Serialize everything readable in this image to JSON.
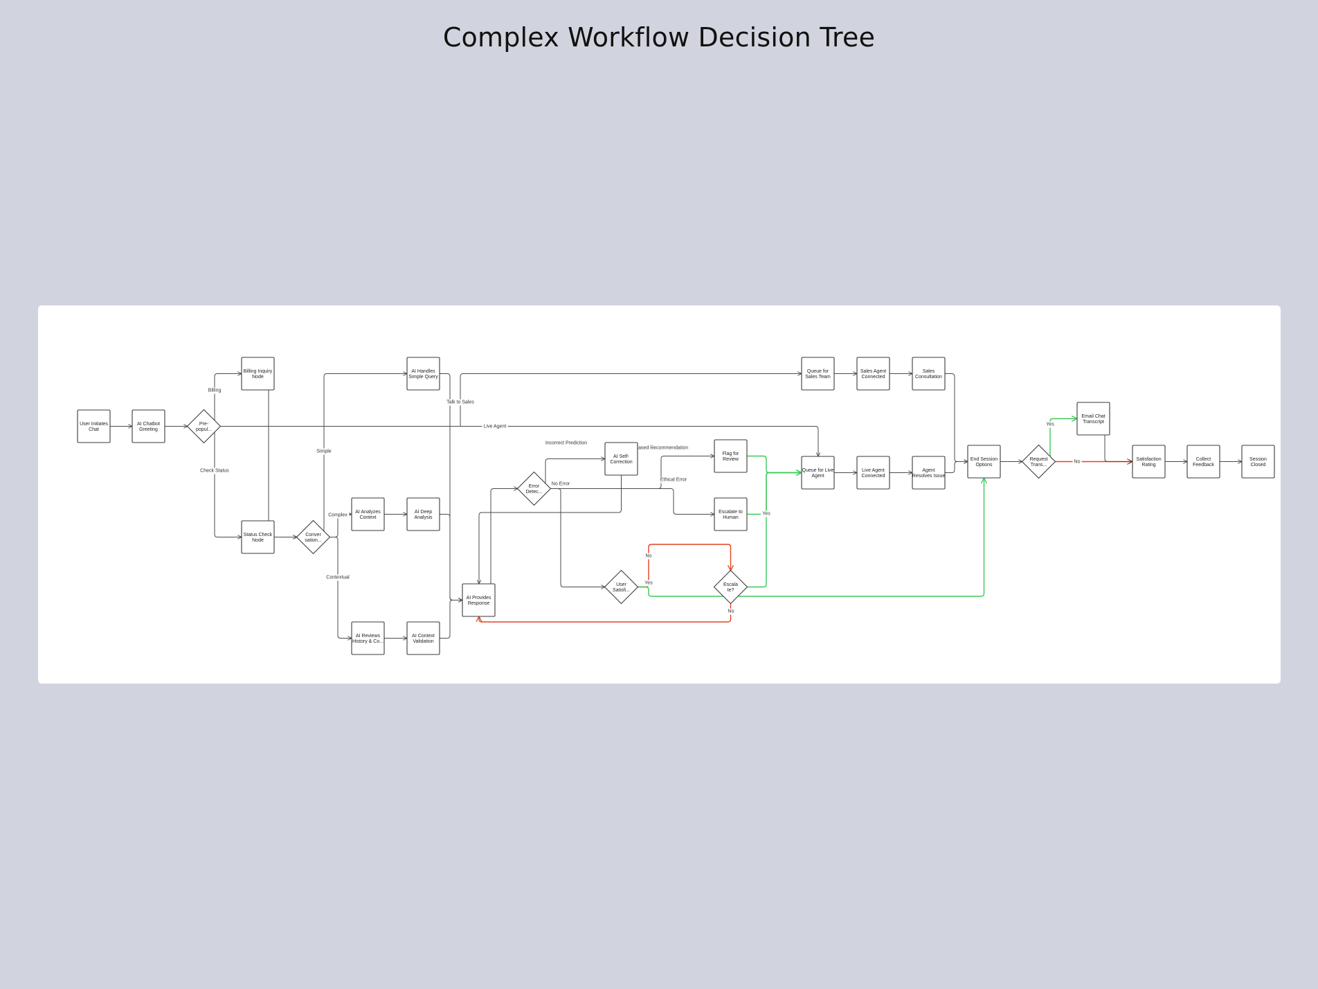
{
  "title": "Complex Workflow Decision Tree",
  "colors": {
    "default_edge": "#4a4a4a",
    "yes_edge": "#3cc85a",
    "no_edge": "#e5401f"
  },
  "nodes": [
    {
      "id": "start",
      "shape": "rect",
      "lines": [
        "User Initiates",
        "Chat"
      ]
    },
    {
      "id": "greet",
      "shape": "rect",
      "lines": [
        "AI Chatbot",
        "Greeting"
      ]
    },
    {
      "id": "prepop",
      "shape": "diamond",
      "lines": [
        "Pre-",
        "popul..."
      ]
    },
    {
      "id": "billing",
      "shape": "rect",
      "lines": [
        "Billing Inquiry",
        "Node"
      ]
    },
    {
      "id": "status",
      "shape": "rect",
      "lines": [
        "Status Check",
        "Node"
      ]
    },
    {
      "id": "convo",
      "shape": "diamond",
      "lines": [
        "Conver",
        "sation..."
      ]
    },
    {
      "id": "simple",
      "shape": "rect",
      "lines": [
        "AI Handles",
        "Simple Query"
      ]
    },
    {
      "id": "analyze",
      "shape": "rect",
      "lines": [
        "AI Analyzes",
        "Context"
      ]
    },
    {
      "id": "deep",
      "shape": "rect",
      "lines": [
        "AI Deep",
        "Analysis"
      ]
    },
    {
      "id": "history",
      "shape": "rect",
      "lines": [
        "AI Reviews",
        "History & Co..."
      ]
    },
    {
      "id": "validation",
      "shape": "rect",
      "lines": [
        "AI Context",
        "Validation"
      ]
    },
    {
      "id": "response",
      "shape": "rect",
      "lines": [
        "AI Provides",
        "Response"
      ]
    },
    {
      "id": "error",
      "shape": "diamond",
      "lines": [
        "Error",
        "Detec..."
      ]
    },
    {
      "id": "selfcorr",
      "shape": "rect",
      "lines": [
        "AI Self-",
        "Correction"
      ]
    },
    {
      "id": "flag",
      "shape": "rect",
      "lines": [
        "Flag for",
        "Review"
      ]
    },
    {
      "id": "escHuman",
      "shape": "rect",
      "lines": [
        "Escalate to",
        "Human"
      ]
    },
    {
      "id": "satisfied",
      "shape": "diamond",
      "lines": [
        "User",
        "Satisfi..."
      ]
    },
    {
      "id": "escalate",
      "shape": "diamond",
      "lines": [
        "Escala",
        "te?"
      ]
    },
    {
      "id": "qsales",
      "shape": "rect",
      "lines": [
        "Queue for",
        "Sales Team"
      ]
    },
    {
      "id": "salesConn",
      "shape": "rect",
      "lines": [
        "Sales Agent",
        "Connected"
      ]
    },
    {
      "id": "salesCons",
      "shape": "rect",
      "lines": [
        "Sales",
        "Consultation"
      ]
    },
    {
      "id": "qlive",
      "shape": "rect",
      "lines": [
        "Queue for Live",
        "Agent"
      ]
    },
    {
      "id": "liveConn",
      "shape": "rect",
      "lines": [
        "Live Agent",
        "Connected"
      ]
    },
    {
      "id": "resolves",
      "shape": "rect",
      "lines": [
        "Agent",
        "Resolves Issue"
      ]
    },
    {
      "id": "endopts",
      "shape": "rect",
      "lines": [
        "End Session",
        "Options"
      ]
    },
    {
      "id": "transcript",
      "shape": "diamond",
      "lines": [
        "Request",
        "Trans..."
      ]
    },
    {
      "id": "email",
      "shape": "rect",
      "lines": [
        "Email Chat",
        "Transcript"
      ]
    },
    {
      "id": "rating",
      "shape": "rect",
      "lines": [
        "Satisfaction",
        "Rating"
      ]
    },
    {
      "id": "feedback",
      "shape": "rect",
      "lines": [
        "Collect",
        "Feedback"
      ]
    },
    {
      "id": "closed",
      "shape": "rect",
      "lines": [
        "Session",
        "Closed"
      ]
    }
  ],
  "edges": [
    {
      "from": "start",
      "to": "greet",
      "label": "",
      "kind": "default"
    },
    {
      "from": "greet",
      "to": "prepop",
      "label": "",
      "kind": "default"
    },
    {
      "from": "prepop",
      "to": "billing",
      "label": "Billing",
      "kind": "default"
    },
    {
      "from": "prepop",
      "to": "status",
      "label": "Check Status",
      "kind": "default"
    },
    {
      "from": "prepop",
      "to": "qlive",
      "label": "Live Agent",
      "kind": "default"
    },
    {
      "from": "prepop",
      "to": "qsales",
      "label": "Talk to Sales",
      "kind": "default"
    },
    {
      "from": "billing",
      "to": "convo",
      "label": "",
      "kind": "default"
    },
    {
      "from": "status",
      "to": "convo",
      "label": "",
      "kind": "default"
    },
    {
      "from": "convo",
      "to": "simple",
      "label": "Simple",
      "kind": "default"
    },
    {
      "from": "convo",
      "to": "analyze",
      "label": "Complex",
      "kind": "default"
    },
    {
      "from": "convo",
      "to": "history",
      "label": "Contextual",
      "kind": "default"
    },
    {
      "from": "analyze",
      "to": "deep",
      "label": "",
      "kind": "default"
    },
    {
      "from": "history",
      "to": "validation",
      "label": "",
      "kind": "default"
    },
    {
      "from": "simple",
      "to": "response",
      "label": "",
      "kind": "default"
    },
    {
      "from": "deep",
      "to": "response",
      "label": "",
      "kind": "default"
    },
    {
      "from": "validation",
      "to": "response",
      "label": "",
      "kind": "default"
    },
    {
      "from": "response",
      "to": "error",
      "label": "",
      "kind": "default"
    },
    {
      "from": "error",
      "to": "selfcorr",
      "label": "Incorrect Prediction",
      "kind": "default"
    },
    {
      "from": "error",
      "to": "flag",
      "label": "Biased Recommendation",
      "kind": "default"
    },
    {
      "from": "error",
      "to": "escHuman",
      "label": "Ethical Error",
      "kind": "default"
    },
    {
      "from": "error",
      "to": "satisfied",
      "label": "No Error",
      "kind": "default"
    },
    {
      "from": "selfcorr",
      "to": "response",
      "label": "",
      "kind": "default"
    },
    {
      "from": "satisfied",
      "to": "escalate",
      "label": "No",
      "kind": "no"
    },
    {
      "from": "satisfied",
      "to": "endopts",
      "label": "Yes",
      "kind": "yes"
    },
    {
      "from": "escalate",
      "to": "qlive",
      "label": "Yes",
      "kind": "yes"
    },
    {
      "from": "escalate",
      "to": "response",
      "label": "No",
      "kind": "no"
    },
    {
      "from": "flag",
      "to": "qlive",
      "label": "",
      "kind": "yes"
    },
    {
      "from": "escHuman",
      "to": "qlive",
      "label": "",
      "kind": "yes"
    },
    {
      "from": "qsales",
      "to": "salesConn",
      "label": "",
      "kind": "default"
    },
    {
      "from": "salesConn",
      "to": "salesCons",
      "label": "",
      "kind": "default"
    },
    {
      "from": "qlive",
      "to": "liveConn",
      "label": "",
      "kind": "default"
    },
    {
      "from": "liveConn",
      "to": "resolves",
      "label": "",
      "kind": "default"
    },
    {
      "from": "salesCons",
      "to": "endopts",
      "label": "",
      "kind": "default"
    },
    {
      "from": "resolves",
      "to": "endopts",
      "label": "",
      "kind": "default"
    },
    {
      "from": "endopts",
      "to": "transcript",
      "label": "",
      "kind": "default"
    },
    {
      "from": "transcript",
      "to": "email",
      "label": "Yes",
      "kind": "yes"
    },
    {
      "from": "transcript",
      "to": "rating",
      "label": "No",
      "kind": "no"
    },
    {
      "from": "email",
      "to": "rating",
      "label": "",
      "kind": "default"
    },
    {
      "from": "rating",
      "to": "feedback",
      "label": "",
      "kind": "default"
    },
    {
      "from": "feedback",
      "to": "closed",
      "label": "",
      "kind": "default"
    }
  ]
}
